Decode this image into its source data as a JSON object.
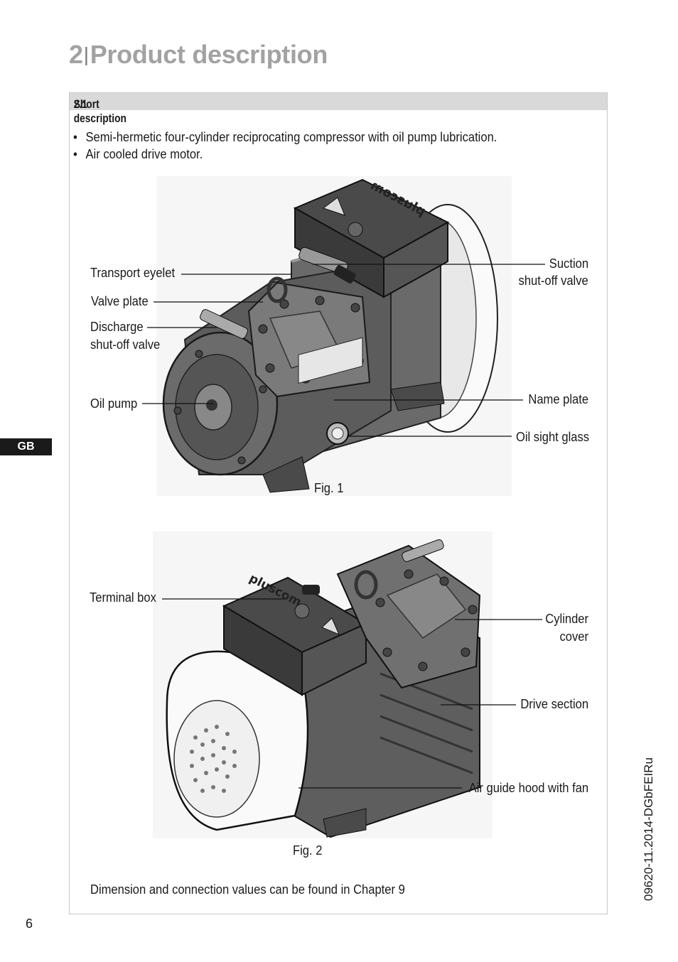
{
  "chapter": {
    "number": "2",
    "separator": "|",
    "title": "Product description"
  },
  "section": {
    "number": "2.1",
    "title": "Short description"
  },
  "bullets": [
    "Semi-hermetic four-cylinder reciprocating compressor with oil pump lubrication.",
    "Air cooled drive motor."
  ],
  "figure1": {
    "caption": "Fig. 1",
    "labels": {
      "transport_eyelet": "Transport eyelet",
      "valve_plate": "Valve plate",
      "discharge_line1": "Discharge",
      "discharge_line2": "shut-off valve",
      "oil_pump": "Oil pump",
      "suction_line1": "Suction",
      "suction_line2": "shut-off valve",
      "name_plate": "Name plate",
      "oil_sight_glass": "Oil sight glass"
    },
    "brand_text": "pluscom"
  },
  "figure2": {
    "caption": "Fig. 2",
    "labels": {
      "terminal_box": "Terminal box",
      "cylinder_line1": "Cylinder",
      "cylinder_line2": "cover",
      "drive_section": "Drive section",
      "air_guide_hood": "Air guide hood with fan"
    },
    "brand_text": "pluscom"
  },
  "note": "Dimension and connection values can be found in Chapter 9",
  "language_tab": "GB",
  "page_number": "6",
  "document_code": "09620-11.2014-DGbFEIRu"
}
